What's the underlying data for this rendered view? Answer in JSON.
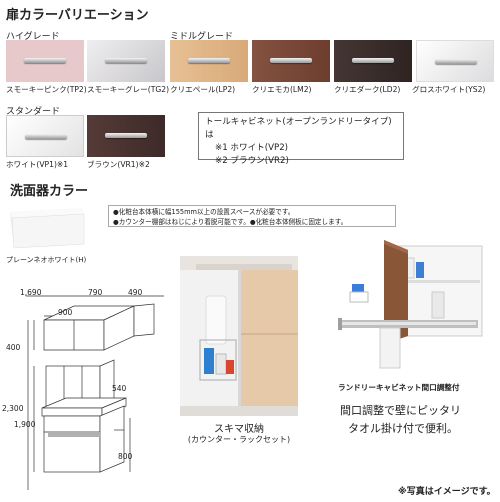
{
  "sections": {
    "door_colors_title": "扉カラーバリエーション",
    "bowl_color_title": "洗面器カラー"
  },
  "grades": {
    "high": "ハイグレード",
    "middle": "ミドルグレード",
    "standard": "スタンダード"
  },
  "swatches": {
    "high": [
      {
        "label": "スモーキーピンク(TP2)",
        "color": "#e7c9cb"
      },
      {
        "label": "スモーキーグレー(TG2)",
        "color": "#d9d7d9"
      }
    ],
    "middle": [
      {
        "label": "クリエペール(LP2)",
        "color": "#e2b98b"
      },
      {
        "label": "クリエモカ(LM2)",
        "color": "#7a4a3a"
      },
      {
        "label": "クリエダーク(LD2)",
        "color": "#3c2f2d"
      },
      {
        "label": "グロスホワイト(YS2)",
        "color": "#f4f4f5"
      }
    ],
    "standard": [
      {
        "label": "ホワイト(VP1)※1",
        "color": "#ffffff"
      },
      {
        "label": "ブラウン(VR1)※2",
        "color": "#4a3432"
      }
    ]
  },
  "tall_cabinet_note": {
    "line1": "トールキャビネット(オープンランドリータイプ)は",
    "line2": "※1 ホワイト(VP2)",
    "line3": "※2 ブラウン(VR2)"
  },
  "bowl": {
    "label": "プレーンネオホワイト(H)",
    "color": "#f5f5f5"
  },
  "bullets": {
    "b1": "●化粧台本体横に幅155mm以上の設置スペースが必要です。",
    "b2": "●カウンター棚部はねじにより着脱可能です。●化粧台本体側板に固定します。"
  },
  "dimensions": {
    "top1": "1,690",
    "top2": "790",
    "top3": "490",
    "w900": "900",
    "h400": "400",
    "h2300": "2,300",
    "h1900": "1,900",
    "d540": "540",
    "h800": "800"
  },
  "photos": {
    "sukima_title": "スキマ収納",
    "sukima_sub": "(カウンター・ラックセット)",
    "laundry_label": "ランドリーキャビネット間口調整付",
    "laundry_desc1": "間口調整で壁にピッタリ",
    "laundry_desc2": "タオル掛け付で便利。"
  },
  "footnote": "※写真はイメージです。",
  "colors": {
    "cabinet_wood": "#8a5638",
    "line": "#333333"
  }
}
